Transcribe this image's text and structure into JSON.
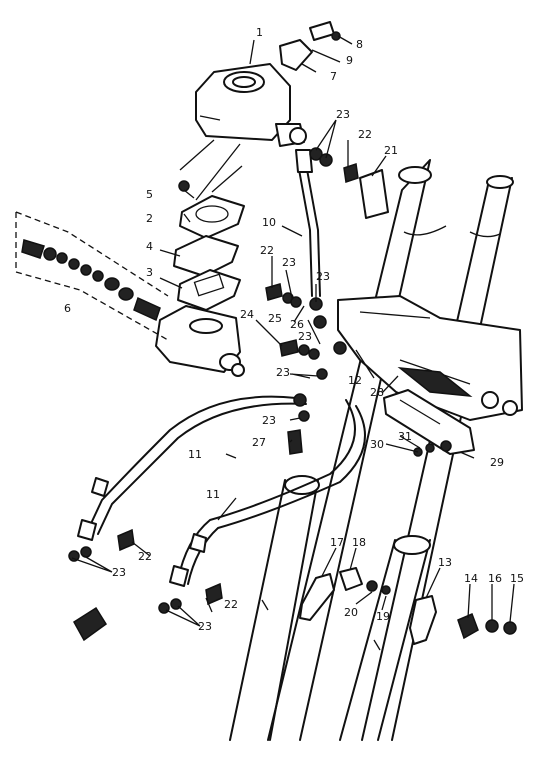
{
  "labels": [
    {
      "id": "1",
      "text": "1"
    },
    {
      "id": "2",
      "text": "2"
    },
    {
      "id": "3",
      "text": "3"
    },
    {
      "id": "4",
      "text": "4"
    },
    {
      "id": "5",
      "text": "5"
    },
    {
      "id": "6",
      "text": "6"
    },
    {
      "id": "7",
      "text": "7"
    },
    {
      "id": "8",
      "text": "8"
    },
    {
      "id": "9",
      "text": "9"
    },
    {
      "id": "10",
      "text": "10"
    },
    {
      "id": "11a",
      "text": "11"
    },
    {
      "id": "11b",
      "text": "11"
    },
    {
      "id": "12",
      "text": "12"
    },
    {
      "id": "13",
      "text": "13"
    },
    {
      "id": "14",
      "text": "14"
    },
    {
      "id": "15",
      "text": "15"
    },
    {
      "id": "16",
      "text": "16"
    },
    {
      "id": "17",
      "text": "17"
    },
    {
      "id": "18",
      "text": "18"
    },
    {
      "id": "19",
      "text": "19"
    },
    {
      "id": "20",
      "text": "20"
    },
    {
      "id": "21",
      "text": "21"
    },
    {
      "id": "22a",
      "text": "22"
    },
    {
      "id": "22b",
      "text": "22"
    },
    {
      "id": "22c",
      "text": "22"
    },
    {
      "id": "22d",
      "text": "22"
    },
    {
      "id": "23a",
      "text": "23"
    },
    {
      "id": "23b",
      "text": "23"
    },
    {
      "id": "23c",
      "text": "23"
    },
    {
      "id": "23d",
      "text": "23"
    },
    {
      "id": "23e",
      "text": "23"
    },
    {
      "id": "23f",
      "text": "23"
    },
    {
      "id": "23g",
      "text": "23"
    },
    {
      "id": "23h",
      "text": "23"
    },
    {
      "id": "24",
      "text": "24"
    },
    {
      "id": "25",
      "text": "25"
    },
    {
      "id": "26",
      "text": "26"
    },
    {
      "id": "27",
      "text": "27"
    },
    {
      "id": "28",
      "text": "28"
    },
    {
      "id": "29",
      "text": "29"
    },
    {
      "id": "30",
      "text": "30"
    },
    {
      "id": "31",
      "text": "31"
    }
  ]
}
